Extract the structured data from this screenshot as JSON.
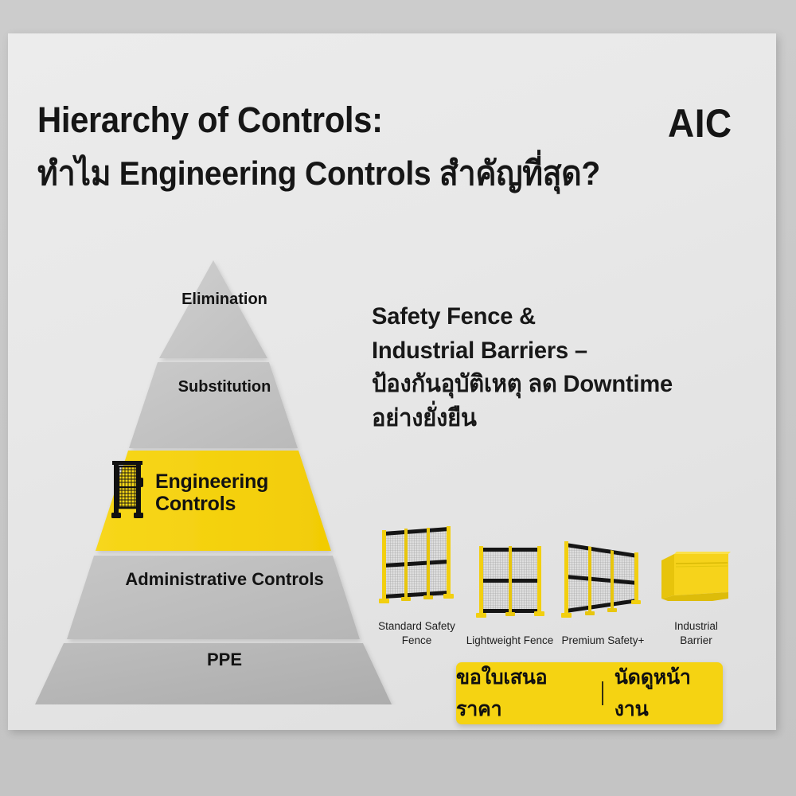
{
  "brand": "AIC",
  "header": {
    "title_en": "Hierarchy of Controls:",
    "title_th": "ทำไม Engineering Controls สำคัญที่สุด?"
  },
  "pyramid": {
    "levels": [
      {
        "label": "Elimination",
        "highlight": false
      },
      {
        "label": "Substitution",
        "highlight": false
      },
      {
        "label": "Engineering",
        "label2": "Controls",
        "highlight": true,
        "icon": "safety-fence-icon"
      },
      {
        "label": "Administrative Controls",
        "highlight": false
      },
      {
        "label": "PPE",
        "highlight": false
      }
    ]
  },
  "lead": {
    "line1": "Safety Fence &",
    "line2": "Industrial Barriers –",
    "line3": "ป้องกันอุบัติเหตุ ลด Downtime",
    "line4": "อย่างยั่งยืน"
  },
  "products": [
    {
      "name": "Standard Safety Fence",
      "caption_line1": "Standard Safety",
      "caption_line2": "Fence",
      "icon": "mesh-fence-3panel-icon"
    },
    {
      "name": "Lightweight Fence",
      "caption_line1": "Lightweight Fence",
      "caption_line2": "",
      "icon": "mesh-fence-2panel-icon"
    },
    {
      "name": "Premium Safety+",
      "caption_line1": "Premium Safety+",
      "caption_line2": "",
      "icon": "mesh-fence-4panel-icon"
    },
    {
      "name": "Industrial Barrier",
      "caption_line1": "Industrial",
      "caption_line2": "Barrier",
      "icon": "jersey-barrier-icon"
    }
  ],
  "cta": {
    "left_label": "ขอใบเสนอราคา",
    "separator": "|",
    "right_label": "นัดดูหน้างาน"
  },
  "colors": {
    "accent_yellow": "#F5D312",
    "band_yellow": "#F7D641",
    "band_black": "#121212",
    "gray_level": "#C3C3C3",
    "gray_level_dark": "#B4B4B4",
    "card_bg": "#E9E9E9",
    "text_dark": "#141414"
  }
}
